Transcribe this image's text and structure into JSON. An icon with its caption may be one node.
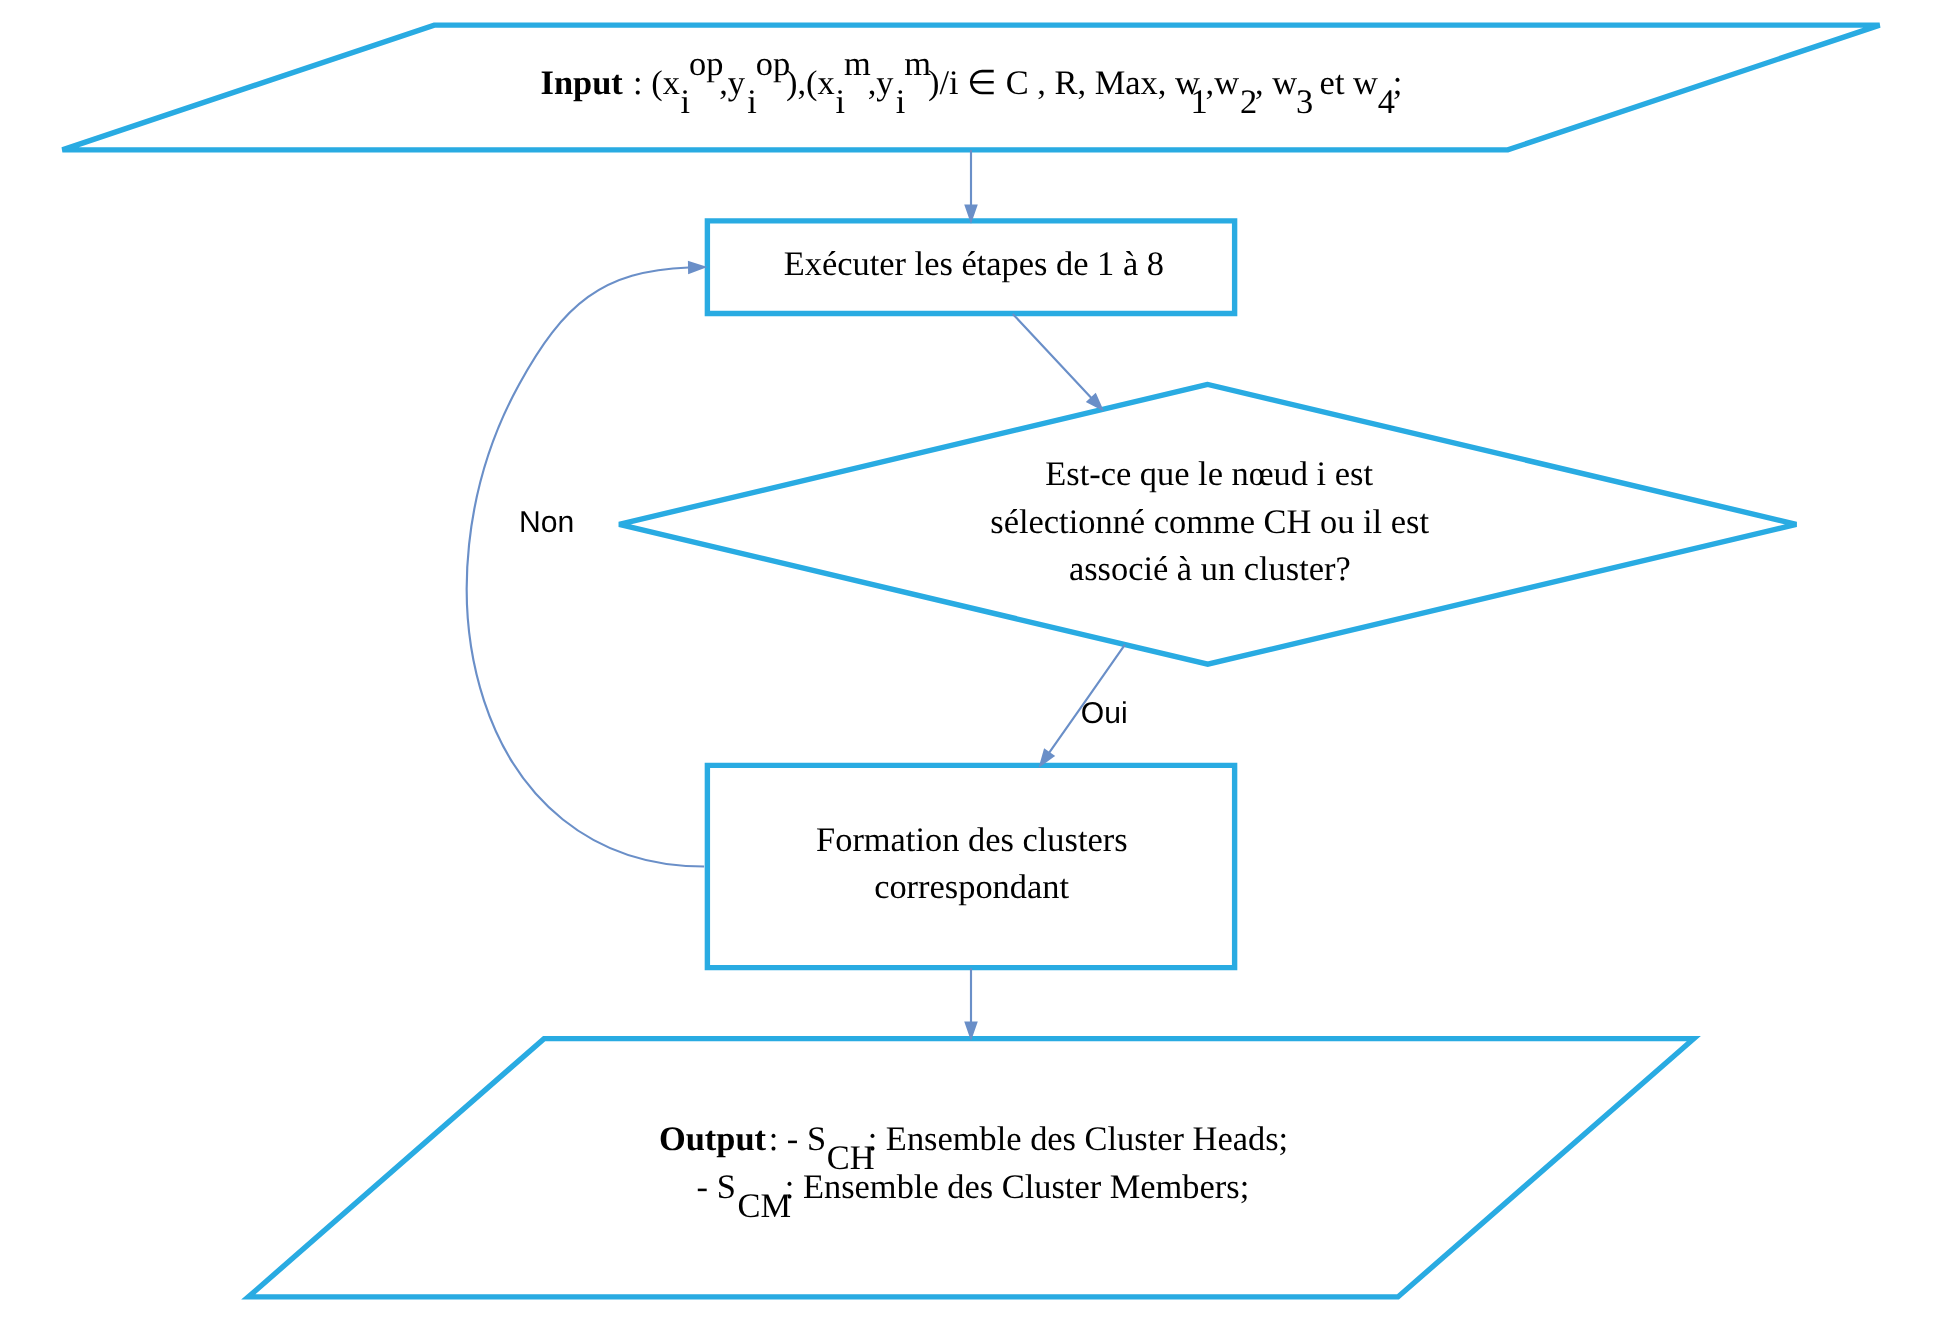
{
  "diagram": {
    "nodes": [
      {
        "text": [
          "**Input** : (x$_{i}$$^{op}$,y$_{i}$$^{op}$),(x$_{i}$$^{m}$,y$_{i}$$^{m}$)/i ∈ C , R, Max, w$_{1}$,w$_{2}$, w$_{3}$ et w$_{4}$;"
        ]
      },
      {
        "text": [
          "Exécuter les étapes de 1 à 8"
        ]
      },
      {
        "text": [
          "Est-ce que le nœud i est sélectionné comme CH ou il est associé à un cluster?"
        ]
      },
      {
        "text": [
          "Formation des clusters correspondant"
        ]
      },
      {
        "text": [
          "**Output**: - S$_{CH}$: Ensemble des Cluster Heads;",
          "- S$_{CM}$: Ensemble des Cluster Members;"
        ]
      }
    ],
    "edges": [
      {
        "from": 0,
        "to": 1,
        "arrow": "to"
      },
      {
        "from": 1,
        "to": 2,
        "arrow": "to"
      },
      {
        "from": 2,
        "to": 3,
        "arrow": "to",
        "label": "Oui"
      },
      {
        "from": 3,
        "to": 4,
        "arrow": "to"
      },
      {
        "from": 3,
        "to": 1,
        "arrow": "to",
        "label": "Non"
      }
    ]
  }
}
